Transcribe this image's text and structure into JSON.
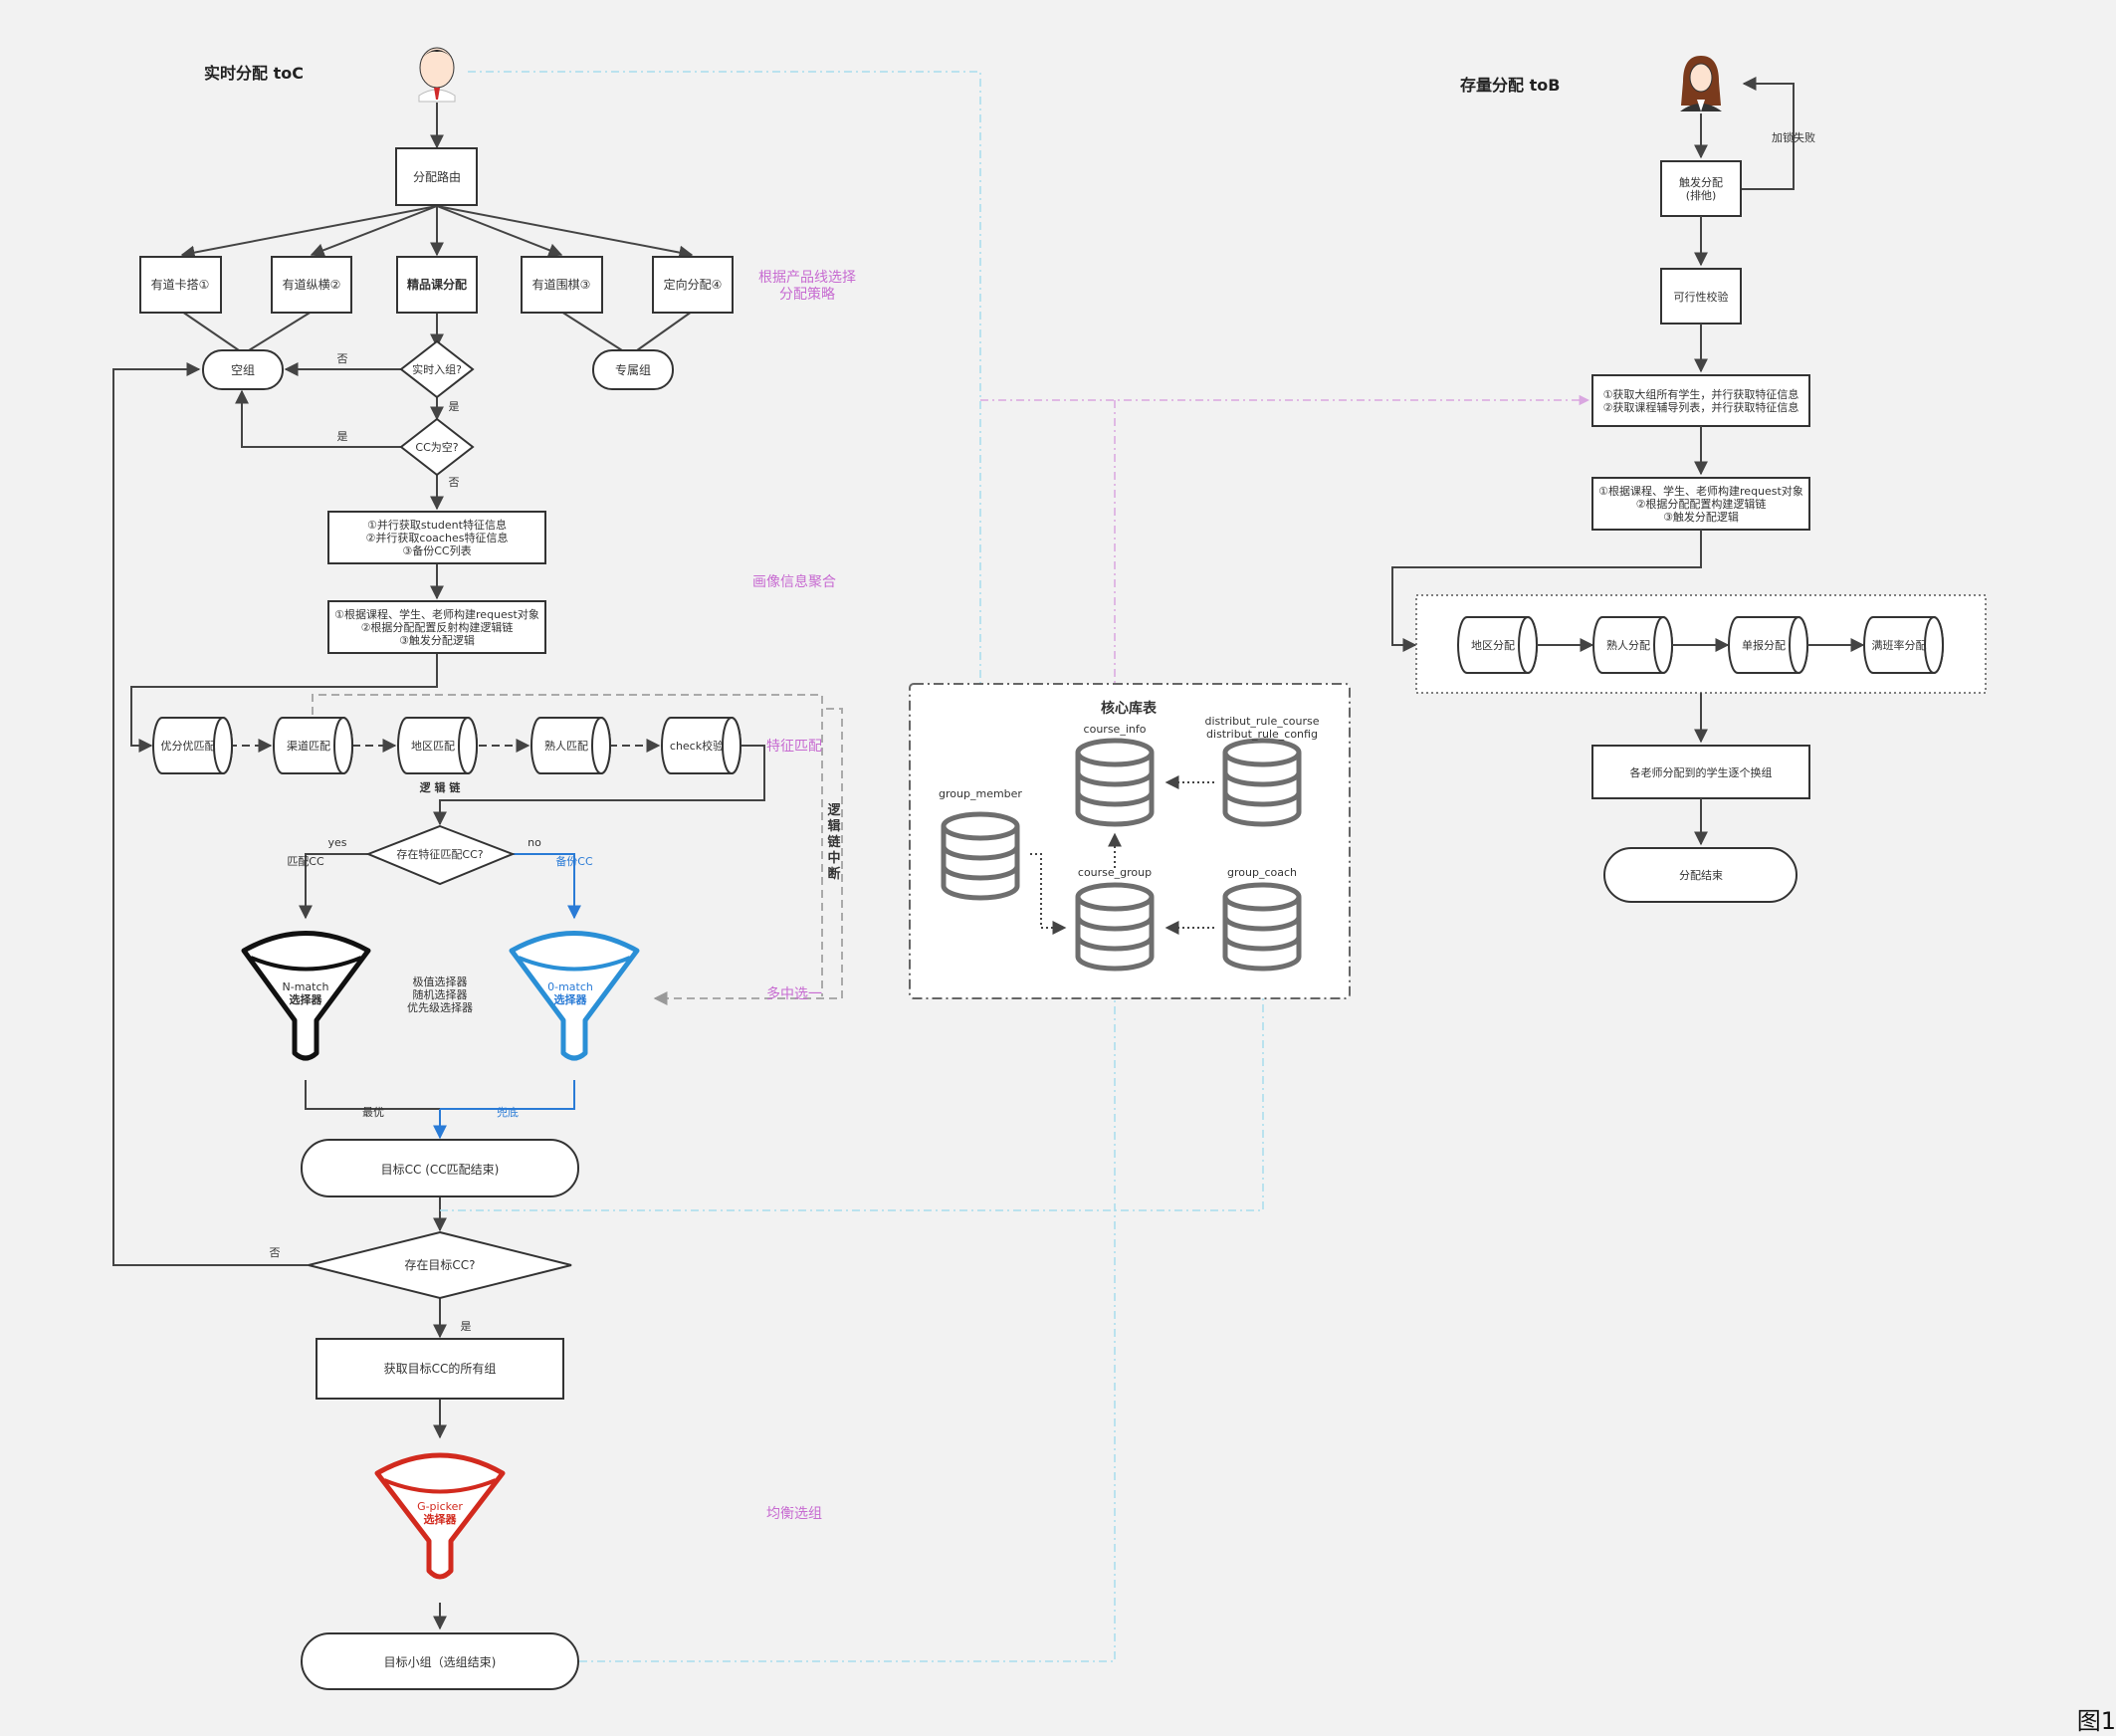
{
  "left": {
    "title": "实时分配 toC",
    "route": "分配路由",
    "strategies": [
      "有道卡搭①",
      "有道纵横②",
      "精品课分配",
      "有道围棋③",
      "定向分配④"
    ],
    "empty_group": "空组",
    "exclusive_group": "专属组",
    "decision_realtime": "实时入组?",
    "decision_cc_empty": "CC为空?",
    "yes": "是",
    "no": "否",
    "gather": [
      "①并行获取student特征信息",
      "②并行获取coaches特征信息",
      "③备份CC列表"
    ],
    "build": [
      "①根据课程、学生、老师构建request对象",
      "②根据分配配置反射构建逻辑链",
      "③触发分配逻辑"
    ],
    "chain": [
      "优分优匹配",
      "渠道匹配",
      "地区匹配",
      "熟人匹配",
      "check校验"
    ],
    "logic_chain": "逻 辑 链",
    "decision_feature": "存在特征匹配CC?",
    "yes_en": "yes",
    "no_en": "no",
    "match_cc": "匹配CC",
    "backup_cc": "备份CC",
    "n_match": "N-match",
    "zero_match": "0-match",
    "g_picker": "G-picker",
    "selector": "选择器",
    "selector_types": [
      "极值选择器",
      "随机选择器",
      "优先级选择器"
    ],
    "best": "最优",
    "fallback": "兜底",
    "target_cc": "目标CC (CC匹配结束)",
    "decision_exists": "存在目标CC?",
    "get_groups": "获取目标CC的所有组",
    "target_group": "目标小组（选组结束)",
    "interrupt": [
      "逻",
      "辑",
      "链",
      "中",
      "断"
    ]
  },
  "annotations": {
    "strategy": [
      "根据产品线选择",
      "分配策略"
    ],
    "profile": "画像信息聚合",
    "feature": "特征匹配",
    "multi": "多中选一",
    "balance": "均衡选组"
  },
  "core_db": {
    "title": "核心库表",
    "tables": {
      "course_info": "course_info",
      "rule_course": "distribut_rule_course",
      "rule_config": "distribut_rule_config",
      "group_member": "group_member",
      "course_group": "course_group",
      "group_coach": "group_coach"
    }
  },
  "right": {
    "title": "存量分配 toB",
    "retry": "加锁失败",
    "trigger": [
      "触发分配",
      "(排他)"
    ],
    "feasibility": "可行性校验",
    "fetch": [
      "①获取大组所有学生，并行获取特征信息",
      "②获取课程辅导列表，并行获取特征信息"
    ],
    "build": [
      "①根据课程、学生、老师构建request对象",
      "②根据分配配置构建逻辑链",
      "③触发分配逻辑"
    ],
    "chain": [
      "地区分配",
      "熟人分配",
      "单报分配",
      "满班率分配"
    ],
    "exchange": "各老师分配到的学生逐个换组",
    "end": "分配结束"
  },
  "figure_label": "图1",
  "colors": {
    "annotation": "#c76bd1",
    "zero_match_blue": "#2a8fd6",
    "g_picker_red": "#d22a1e",
    "n_match_black": "#111111",
    "link_cyan": "#a8dcec",
    "link_pink": "#d9a6e0"
  }
}
